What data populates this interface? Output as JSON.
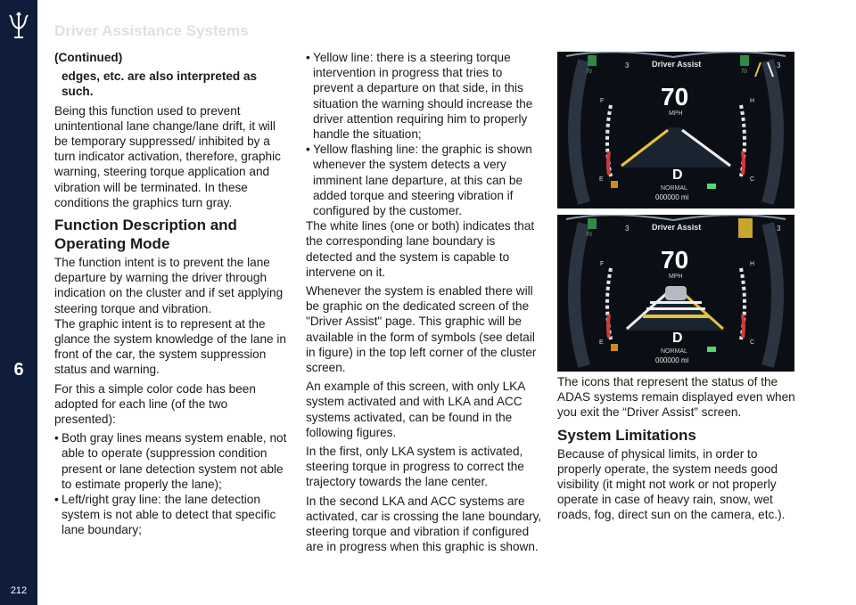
{
  "header": {
    "title": "Driver Assistance Systems"
  },
  "sidebar": {
    "chapter": "6",
    "page": "212",
    "logo_icon": "trident-logo-icon"
  },
  "col1": {
    "continued": "(Continued)",
    "cont_text": "edges, etc. are also interpreted as such.",
    "para1": "Being this function used to prevent unintentional lane change/lane drift, it will be temporary suppressed/ inhibited by a turn indicator activation, therefore, graphic warning, steering torque application and vibration will be terminated. In these conditions the graphics turn gray.",
    "heading": "Function Description and Operating Mode",
    "para2": "The function intent is to prevent the lane departure by warning the driver through indication on the cluster and if set applying steering torque and vibration.",
    "para3": "The graphic intent is to represent at the glance the system knowledge of the lane in front of the car, the system suppression status and warning.",
    "para4": "For this a simple color code has been adopted for each line (of the two presented):",
    "bullets": [
      "Both gray lines means system enable, not able to operate (suppression condition present or lane detection system not able to estimate properly the lane);",
      "Left/right gray line: the lane detection system is not able to detect that specific lane boundary;"
    ]
  },
  "col2": {
    "bullets": [
      "Yellow line: there is a steering torque intervention in progress that tries to prevent a departure on that side, in this situation the warning should increase the driver attention requiring him to properly handle the situation;",
      "Yellow flashing line: the graphic is shown whenever the system detects a very imminent lane departure, at this can be added torque and steering vibration if configured by the customer."
    ],
    "para1": "The white lines (one or both) indicates that the corresponding lane boundary is detected and the system is capable to intervene on it.",
    "para2": "Whenever the system is enabled there will be graphic on the dedicated screen of the \"Driver Assist\" page. This graphic will be available in the form of symbols (see detail in figure) in the top left corner of the cluster screen.",
    "para3": "An example of this screen, with only LKA system activated and with LKA and ACC systems activated, can be found in the following figures.",
    "para4": "In the first, only LKA system is activated, steering torque in progress to correct the trajectory towards the lane center.",
    "para5": "In the second LKA and ACC systems are activated, car is crossing the lane boundary, steering torque and vibration if configured are in progress when this graphic is shown."
  },
  "col3": {
    "para1": "The icons that represent the status of the ADAS systems remain displayed even when you exit the “Driver Assist” screen.",
    "heading": "System Limitations",
    "para2": "Because of physical limits, in order to properly operate, the system needs good visibility (it might not work or not properly operate in case of heavy rain, snow, wet roads, fog, direct sun on the camera, etc.)."
  },
  "figures": [
    {
      "title": "Driver Assist",
      "speed": "70",
      "unit": "MPH",
      "gear": "D",
      "mode": "NORMAL",
      "odometer": "000000 mi",
      "gear_count": "3",
      "set_speed": "70",
      "fuel_full": "F",
      "fuel_empty": "E",
      "temp_hot": "H",
      "temp_cold": "C"
    },
    {
      "title": "Driver Assist",
      "speed": "70",
      "unit": "MPH",
      "gear": "D",
      "mode": "NORMAL",
      "odometer": "000000 mi",
      "gear_count": "3",
      "set_speed": "70",
      "fuel_full": "F",
      "fuel_empty": "E",
      "temp_hot": "H",
      "temp_cold": "C"
    }
  ],
  "colors": {
    "sidebar": "#0f1d3a",
    "lane_yellow": "#e8c23a",
    "status_green": "#55d66e"
  }
}
